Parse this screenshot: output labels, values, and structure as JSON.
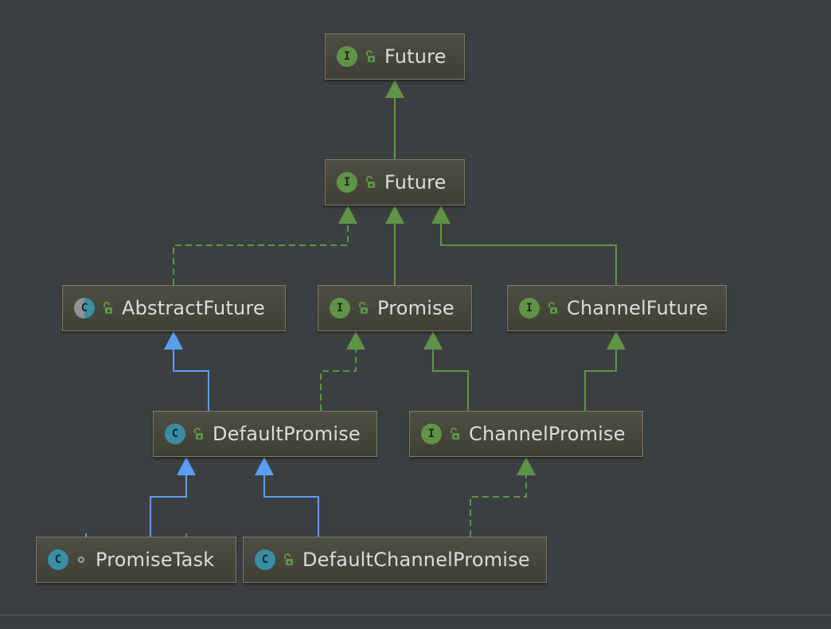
{
  "diagram": {
    "nodes": [
      {
        "id": "future-top",
        "label": "Future",
        "kind": "I",
        "visibility": "public"
      },
      {
        "id": "future",
        "label": "Future",
        "kind": "I",
        "visibility": "public"
      },
      {
        "id": "abstract-future",
        "label": "AbstractFuture",
        "kind": "C",
        "visibility": "public"
      },
      {
        "id": "promise",
        "label": "Promise",
        "kind": "I",
        "visibility": "public"
      },
      {
        "id": "channel-future",
        "label": "ChannelFuture",
        "kind": "I",
        "visibility": "public"
      },
      {
        "id": "default-promise",
        "label": "DefaultPromise",
        "kind": "C",
        "visibility": "public"
      },
      {
        "id": "channel-promise",
        "label": "ChannelPromise",
        "kind": "I",
        "visibility": "public"
      },
      {
        "id": "promise-task",
        "label": "PromiseTask",
        "kind": "C",
        "visibility": "package-private"
      },
      {
        "id": "default-channel-promise",
        "label": "DefaultChannelPromise",
        "kind": "C",
        "visibility": "public"
      }
    ],
    "edges": [
      {
        "from": "future",
        "to": "future-top",
        "relation": "extends-interface"
      },
      {
        "from": "abstract-future",
        "to": "future",
        "relation": "implements"
      },
      {
        "from": "promise",
        "to": "future",
        "relation": "extends-interface"
      },
      {
        "from": "channel-future",
        "to": "future",
        "relation": "extends-interface"
      },
      {
        "from": "default-promise",
        "to": "abstract-future",
        "relation": "extends-class"
      },
      {
        "from": "default-promise",
        "to": "promise",
        "relation": "implements"
      },
      {
        "from": "channel-promise",
        "to": "promise",
        "relation": "extends-interface"
      },
      {
        "from": "channel-promise",
        "to": "channel-future",
        "relation": "extends-interface"
      },
      {
        "from": "promise-task",
        "to": "default-promise",
        "relation": "extends-class"
      },
      {
        "from": "default-channel-promise",
        "to": "default-promise",
        "relation": "extends-class"
      },
      {
        "from": "default-channel-promise",
        "to": "channel-promise",
        "relation": "implements"
      }
    ]
  },
  "colors": {
    "background": "#3c3f41",
    "interface_edge": "#5f9446",
    "class_edge": "#5a9ef2",
    "interface_icon": "#5f9446",
    "class_icon": "#3b8da3",
    "node_border": "#7c7c6a",
    "label_text": "#dcdcdc"
  }
}
